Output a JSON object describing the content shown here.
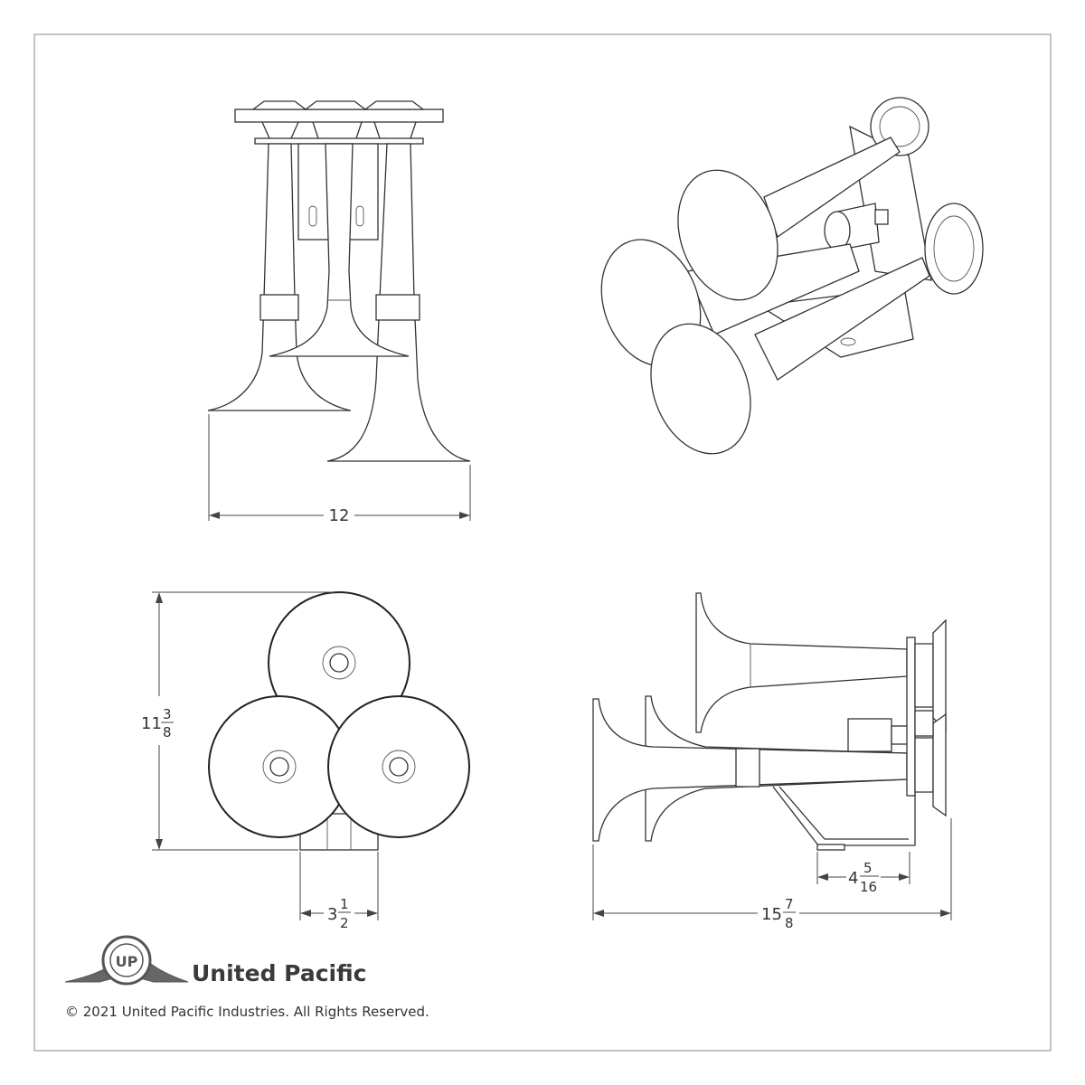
{
  "dimensions": {
    "front_width": {
      "whole": "12"
    },
    "top_height": {
      "whole": "11",
      "num": "3",
      "den": "8"
    },
    "top_bracket": {
      "whole": "3",
      "num": "1",
      "den": "2"
    },
    "side_bracket": {
      "whole": "4",
      "num": "5",
      "den": "16"
    },
    "side_length": {
      "whole": "15",
      "num": "7",
      "den": "8"
    }
  },
  "brand": {
    "name": "United Pacific",
    "logo_letters": "UP"
  },
  "footer": {
    "copyright": "© 2021 United Pacific Industries. All Rights Reserved."
  },
  "colors": {
    "line": "#333333",
    "border": "#888888",
    "background": "#ffffff"
  }
}
